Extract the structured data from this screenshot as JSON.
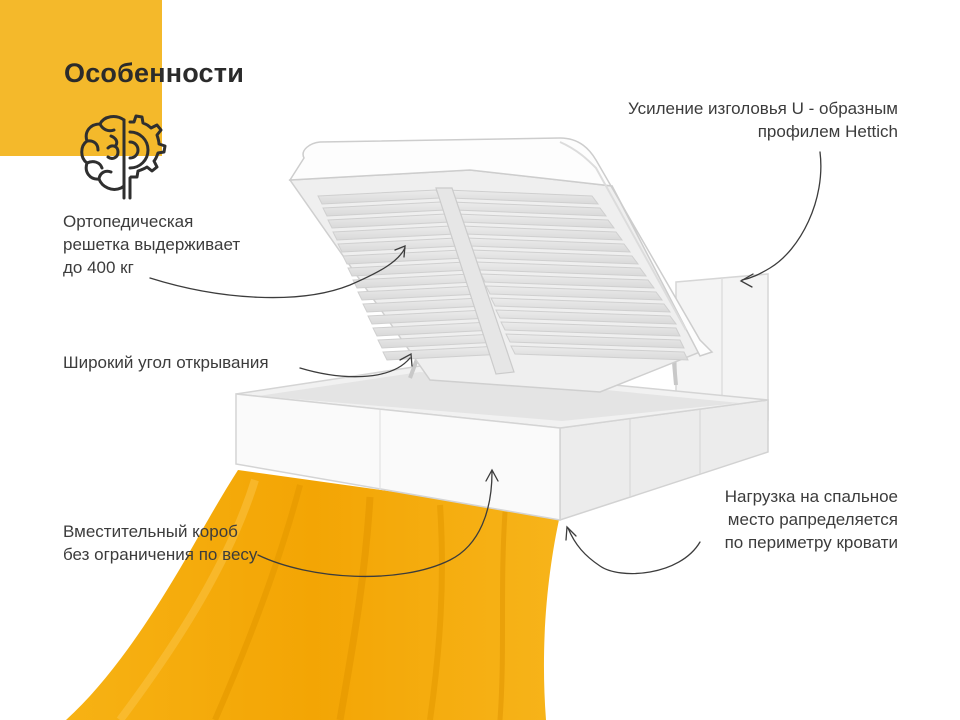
{
  "page": {
    "title": "Особенности",
    "accent_color": "#f4b92b",
    "fabric_color": "#f5a90a"
  },
  "icon": {
    "name": "brain-gear-icon"
  },
  "features": {
    "grid": {
      "lines": [
        "Ортопедическая",
        "решетка выдерживает",
        "до 400 кг"
      ]
    },
    "angle": {
      "lines": [
        "Широкий угол открывания"
      ]
    },
    "box": {
      "lines": [
        "Вместительный короб",
        "без ограничения по весу"
      ]
    },
    "headboard": {
      "lines": [
        "Усиление изголовья U - образным",
        "профилем Hettich"
      ]
    },
    "load": {
      "lines": [
        "Нагрузка на спальное",
        "место рапределяется",
        "по периметру кровати"
      ]
    }
  }
}
